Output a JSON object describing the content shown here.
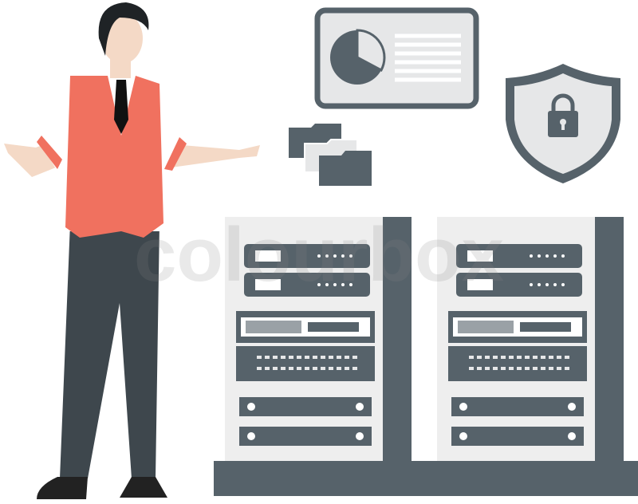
{
  "illustration": {
    "subject": "man-presenting-server-racks",
    "watermark": "colourbox"
  },
  "colors": {
    "dark": "#56626a",
    "darker": "#3e474d",
    "light": "#e6e7e8",
    "mid": "#b9bdc0",
    "vest": "#f0715f",
    "skin": "#f4d9c6",
    "shirt": "#ffffff"
  },
  "dashboard": {
    "pie_share": 0.32,
    "text_lines": 6
  },
  "servers": {
    "racks": 2
  }
}
